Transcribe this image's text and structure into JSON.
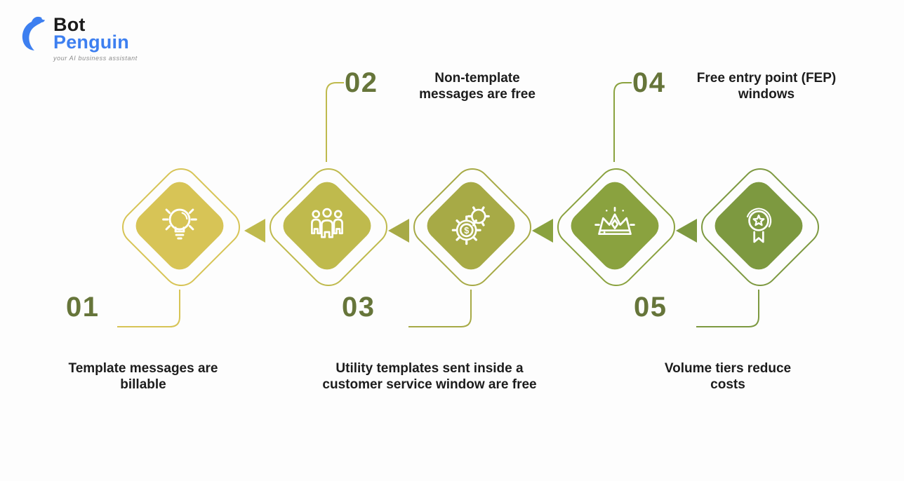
{
  "logo": {
    "bot": "Bot",
    "penguin": "Penguin",
    "tagline": "your AI business assistant",
    "blue": "#3d7ff0",
    "black": "#1a1a1a",
    "tagline_color": "#8b8b8b"
  },
  "colors": {
    "background": "#fdfdfd",
    "number": "#66753a",
    "label": "#1c1c1c",
    "icon_stroke": "#ffffff"
  },
  "steps": [
    {
      "number": "01",
      "label": "Template messages are billable",
      "icon": "lightbulb-icon",
      "color": "#d7c456",
      "number_position": "bottom-left"
    },
    {
      "number": "02",
      "label": "Non-template messages are free",
      "icon": "people-group-icon",
      "color": "#bfba4d",
      "number_position": "top-left"
    },
    {
      "number": "03",
      "label": "Utility templates sent inside a customer service window are free",
      "icon": "gears-dollar-icon",
      "color": "#a7aa46",
      "number_position": "bottom-left"
    },
    {
      "number": "04",
      "label": "Free entry point (FEP) windows",
      "icon": "crown-icon",
      "color": "#8aa23f",
      "number_position": "top-left"
    },
    {
      "number": "05",
      "label": "Volume tiers reduce costs",
      "icon": "award-ribbon-icon",
      "color": "#7d9940",
      "number_position": "bottom-left"
    }
  ],
  "icon_glyphs": {
    "dollar": "$"
  }
}
